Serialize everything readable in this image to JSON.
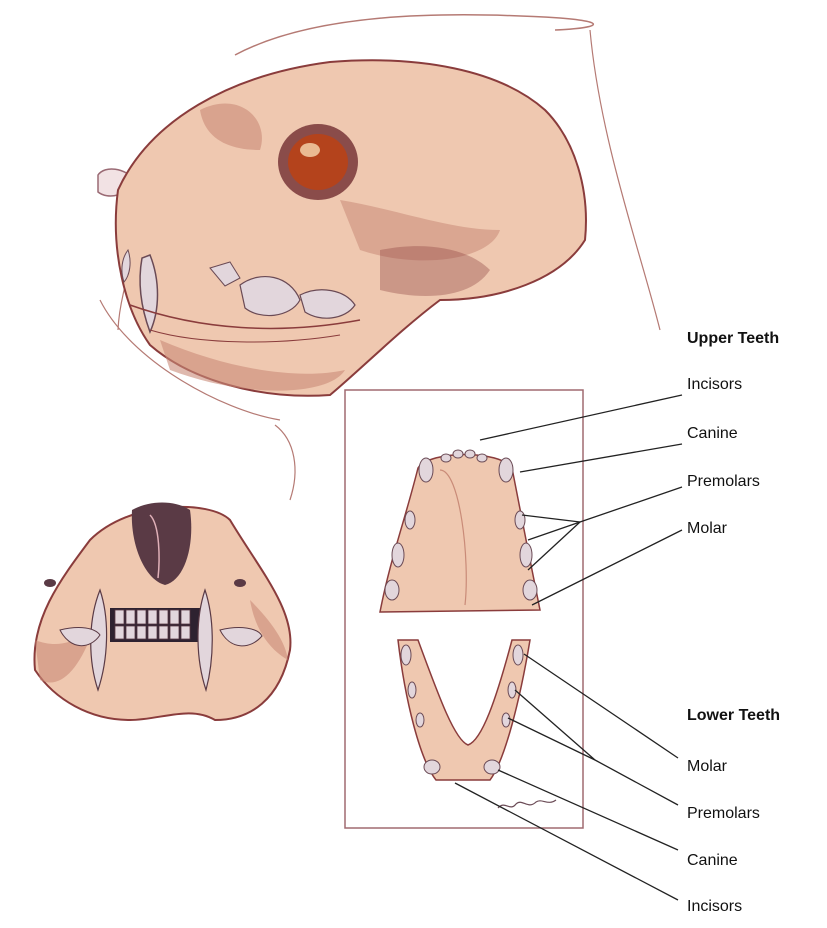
{
  "upper": {
    "header": "Upper Teeth",
    "labels": [
      "Incisors",
      "Canine",
      "Premolars",
      "Molar"
    ]
  },
  "lower": {
    "header": "Lower Teeth",
    "labels": [
      "Molar",
      "Premolars",
      "Canine",
      "Incisors"
    ]
  },
  "colors": {
    "bone": "#efc8b0",
    "bone_shade": "#c98b78",
    "outline": "#8a3c3c",
    "tooth": "#e2d6dc",
    "eye": "#b4431c",
    "leader": "#222222"
  }
}
